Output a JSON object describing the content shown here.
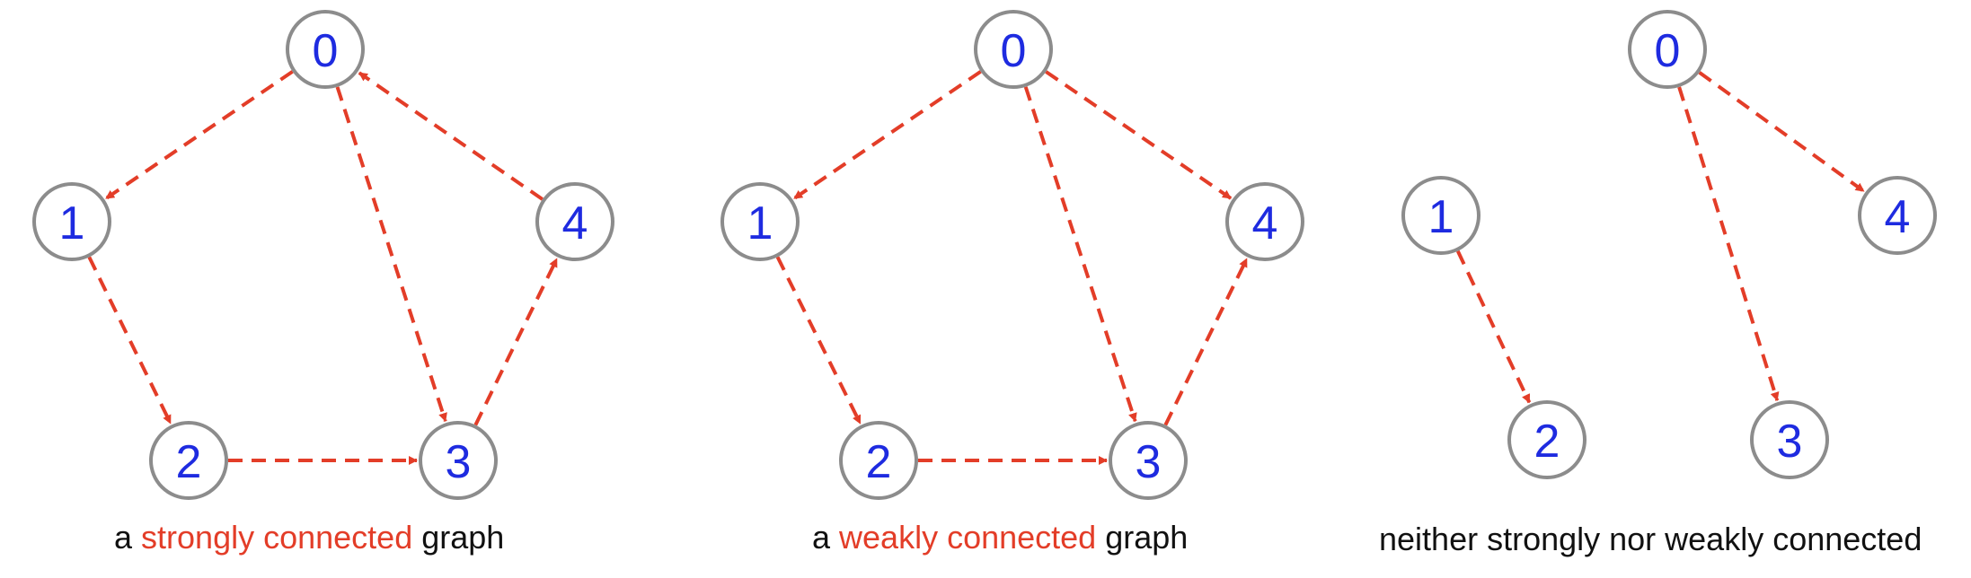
{
  "colors": {
    "edge": "#e33d28",
    "node_text": "#1e2be0",
    "node_border": "#8c8c8c",
    "highlight": "#e33d28",
    "caption": "#111111"
  },
  "panels": [
    {
      "nodes": [
        "0",
        "1",
        "2",
        "3",
        "4"
      ],
      "edges": [
        [
          "0",
          "1"
        ],
        [
          "1",
          "2"
        ],
        [
          "2",
          "3"
        ],
        [
          "0",
          "3"
        ],
        [
          "3",
          "4"
        ],
        [
          "4",
          "0"
        ]
      ],
      "caption": {
        "prefix": "a ",
        "highlight": "strongly connected",
        "suffix": " graph"
      }
    },
    {
      "nodes": [
        "0",
        "1",
        "2",
        "3",
        "4"
      ],
      "edges": [
        [
          "0",
          "1"
        ],
        [
          "1",
          "2"
        ],
        [
          "2",
          "3"
        ],
        [
          "0",
          "3"
        ],
        [
          "3",
          "4"
        ],
        [
          "0",
          "4"
        ]
      ],
      "caption": {
        "prefix": "a ",
        "highlight": "weakly connected",
        "suffix": " graph"
      }
    },
    {
      "nodes": [
        "0",
        "1",
        "2",
        "3",
        "4"
      ],
      "edges": [
        [
          "1",
          "2"
        ],
        [
          "0",
          "3"
        ],
        [
          "0",
          "4"
        ]
      ],
      "caption": {
        "prefix": "neither strongly nor weakly connected",
        "highlight": "",
        "suffix": ""
      }
    }
  ]
}
